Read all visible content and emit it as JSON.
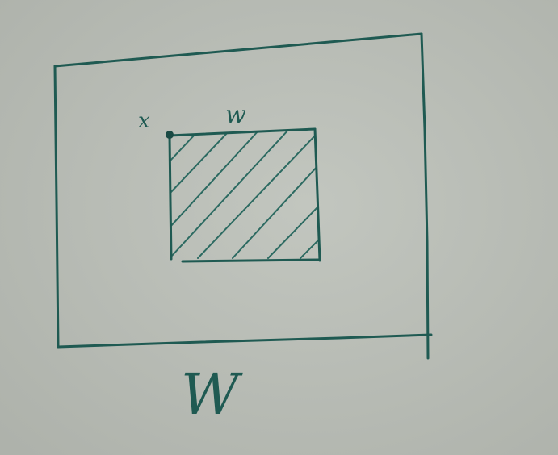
{
  "labels": {
    "point": "x",
    "inner_width": "w",
    "outer_width": "W"
  },
  "colors": {
    "paper": "#b9bdb6",
    "ink": "#1f5a52",
    "hatch": "#2c6a61"
  }
}
